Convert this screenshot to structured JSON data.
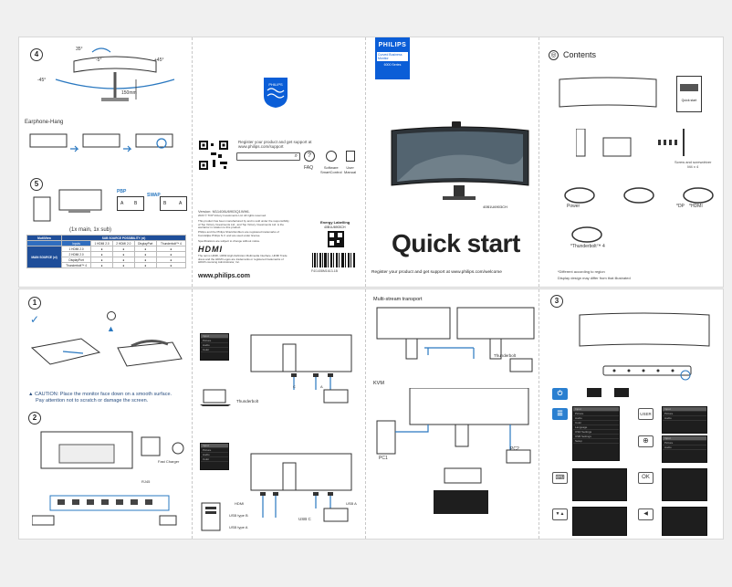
{
  "brand": "PHILIPS",
  "series_badge": {
    "line1": "Curved Business",
    "line2": "Monitor",
    "series": "6000 Series"
  },
  "model": "40B1U6903CH",
  "title": "Quick start",
  "register_line": "Register your product and get support at www.philips.com/welcome",
  "contents": {
    "heading": "Contents",
    "quick_start_label": "Quick start",
    "screw_note": "Screw and screwdriver\nM4 x 4",
    "cables": [
      "Power",
      "*DP",
      "*HDMI",
      "*Thunderbolt™ 4"
    ],
    "note1": "*Different according to region",
    "note2": "Display design may differ from that illustrated"
  },
  "support": {
    "line1": "Register your product and get support at",
    "line2": "www.philips.com/support",
    "icons": [
      "FAQ",
      "Software\nSmartControl",
      "User\nManual"
    ]
  },
  "energy": {
    "label": "Energy Labelling",
    "model": "40B1U6903CH"
  },
  "legal": {
    "version": "Version: M11408U6903Q1WWL",
    "copyright": "2023 © TOP Victory Investments Ltd. All rights reserved.",
    "text1": "This product has been manufactured by and is sold under the responsibility of Top Victory Investments Ltd., and Top Victory Investments Ltd. is the warrantor in relation to this product.",
    "text2": "Philips and the Philips Shield Emblem are registered trademarks of Koninklijke Philips N.V. and are used under license.",
    "text3": "Specifications are subject to change without notice.",
    "hdmi": "HDMI",
    "text4": "The terms HDMI, HDMI High-Definition Multimedia Interface, HDMI Trade dress and the HDMI Logos are trademarks or registered trademarks of HDMI Licensing Administrator, Inc.",
    "website": "www.philips.com",
    "barcode_text": "F4/1408M1613-1B"
  },
  "step4": {
    "num": "4",
    "tilt_up": "35°",
    "tilt_down": "-5°",
    "swivel_l": "-45°",
    "swivel_r": "+45°",
    "height": "150mm",
    "subhead": "Earphone-Hang"
  },
  "step5": {
    "num": "5",
    "pbp": "PBP",
    "swap": "SWAP",
    "a": "A",
    "b": "B",
    "caption": "(1x main, 1x sub)",
    "table_title": "SUB SOURCE POSSIBILITY (xl)",
    "inputs_label": "Inputs",
    "main_label": "MAIN SOURCE (xl)",
    "multiview": "MultiView",
    "cols": [
      "1 HDMI 2.0",
      "2 HDMI 2.0",
      "DisplayPort",
      "Thunderbolt™ 4"
    ],
    "rows": [
      "1 HDMI 2.0",
      "2 HDMI 2.0",
      "DisplayPort",
      "Thunderbolt™ 4"
    ],
    "mark": "●"
  },
  "step1": {
    "num": "1",
    "caution": "▲ CAUTION: Place the monitor face down on a smooth surface.",
    "caution2": "Pay attention not to scratch or damage the screen."
  },
  "step2": {
    "num": "2",
    "fast_charger": "Fast Charger",
    "rj45": "RJ45"
  },
  "conn": {
    "thunderbolt": "Thunderbolt",
    "usbc": "USB C",
    "hdmi": "HDMI",
    "usb_typeb": "USB type B",
    "usb_typea": "USB type A",
    "usba": "USB A",
    "c": "C",
    "a": "A"
  },
  "mst": {
    "title": "Multi-stream transport",
    "thunderbolt": "Thunderbolt"
  },
  "kvm": {
    "title": "KVM",
    "pc1": "PC1",
    "pc2": "PC2"
  },
  "step3": {
    "num": "3",
    "buttons": [
      "⏻",
      "☰",
      "USER",
      "⊕",
      "⌨",
      "OK",
      "▼▲",
      "◀"
    ]
  },
  "osd": [
    "Input",
    "Picture",
    "Audio",
    "Color",
    "Language",
    "OSD Settings",
    "USB Settings",
    "Setup"
  ],
  "colors": {
    "philips_blue": "#0b5ed7",
    "accent_blue": "#2a78c0",
    "table_blue": "#1f4e99"
  }
}
